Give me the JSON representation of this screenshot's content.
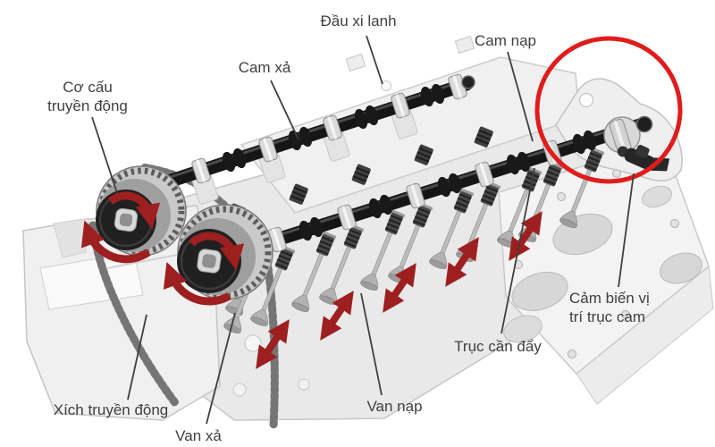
{
  "diagram": {
    "subject": "DOHC cylinder head valvetrain",
    "labels": {
      "cylinder_head": "Đầu xi lanh",
      "exhaust_cam": "Cam xả",
      "intake_cam": "Cam nạp",
      "drive_mechanism": "Cơ cấu truyền động",
      "drive_chain": "Xích truyền động",
      "exhaust_valve": "Van xả",
      "intake_valve": "Van nạp",
      "rocker_shaft": "Trục cần đẩy",
      "cam_position_sensor": "Cảm biến vị trí trục cam"
    },
    "colors": {
      "background": "#ffffff",
      "label_text": "#3f3f3f",
      "leader_line": "#3f3f3f",
      "highlight_circle": "#e11c1c",
      "rotation_arrow": "#9e1f1f",
      "valve_motion_arrow": "#9e1f1f",
      "camshaft_dark": "#161616",
      "metal_light": "#e9e9e9",
      "metal_mid": "#c9c9c9"
    },
    "icons": {
      "rotation_arrow": "curved-red-arrow-clockwise",
      "valve_motion_arrow": "double-headed-red-arrow",
      "highlight": "red-highlight-circle"
    }
  }
}
